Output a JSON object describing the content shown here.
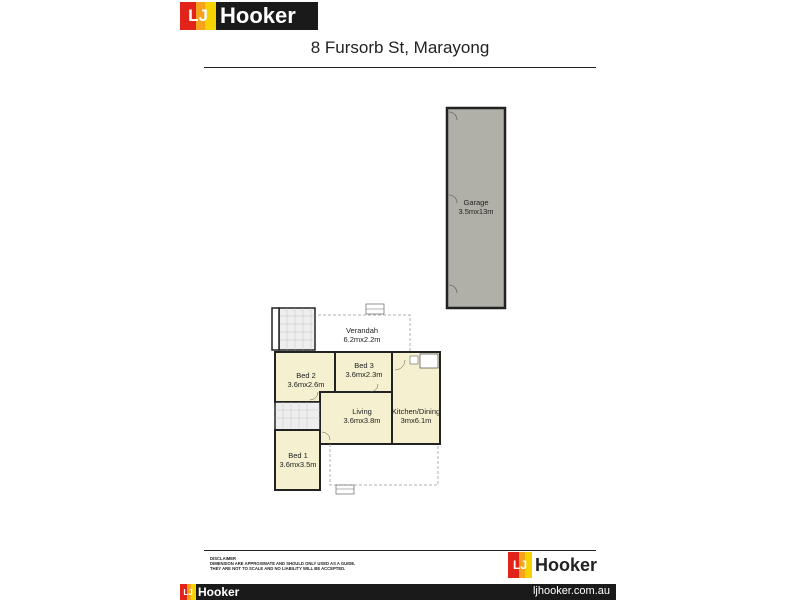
{
  "brand": {
    "mark": "LJ",
    "name": "Hooker"
  },
  "title": "8 Fursorb St, Marayong",
  "rooms": {
    "garage": {
      "name": "Garage",
      "size": "3.5mx13m"
    },
    "verandah": {
      "name": "Verandah",
      "size": "6.2mx2.2m"
    },
    "bed3": {
      "name": "Bed 3",
      "size": "3.6mx2.3m"
    },
    "bed2": {
      "name": "Bed 2",
      "size": "3.6mx2.6m"
    },
    "living": {
      "name": "Living",
      "size": "3.6mx3.8m"
    },
    "kitchen": {
      "name": "Kitchen/Dining",
      "size": "3mx6.1m"
    },
    "bed1": {
      "name": "Bed 1",
      "size": "3.6mx3.5m"
    }
  },
  "disclaimer": {
    "heading": "DISCLAIMER",
    "line1": "DIMENSION ARE APPROXIMATE AND SHOULD ONLY USED AS A GUIDE.",
    "line2": "THEY ARE NOT TO SCALE AND NO LIABILITY WILL BE ACCEPTED."
  },
  "footer": {
    "url": "ljhooker.com.au"
  },
  "colors": {
    "garage": "#b0b0a8",
    "rooms": "#f5f0cf",
    "wall": "#222222",
    "brand_red": "#e2231a",
    "brand_orange": "#f7a21b",
    "brand_yellow": "#f6d200"
  }
}
